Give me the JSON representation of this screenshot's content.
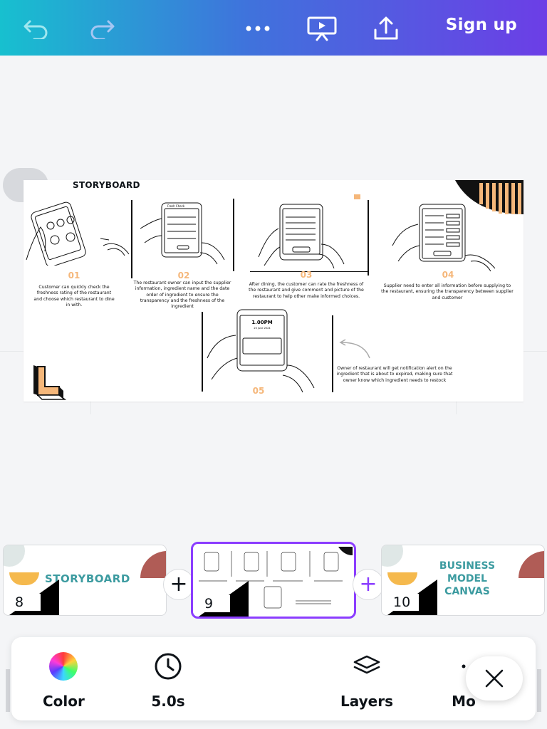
{
  "header": {
    "signup_label": "Sign up",
    "icons": [
      "undo-icon",
      "redo-icon",
      "more-icon",
      "present-icon",
      "share-icon"
    ]
  },
  "slide": {
    "title": "STORYBOARD",
    "steps": [
      {
        "num": "01",
        "caption": "Customer can quickly check the freshness rating of the restaurant and choose which restaurant to dine in with."
      },
      {
        "num": "02",
        "caption": "The restaurant owner can input the supplier information, ingredient name and the date order of ingredient to ensure the transparency and the freshness of the ingredient"
      },
      {
        "num": "03",
        "caption": "After dining, the customer can rate the freshness of the restaurant and give comment and picture of the restaurant to help other make informed choices."
      },
      {
        "num": "04",
        "caption": "Supplier need to enter all information before supplying to the restaurant, ensuring the transparency between supplier and customer"
      },
      {
        "num": "05",
        "caption": "Owner of restaurant will get notification alert on the ingredient that is about to expired, making sure that owner know which ingredient needs to restock"
      }
    ],
    "phone_time": "1.00PM",
    "phone_date": "20 June 2024",
    "phone_app": "Fresh Check"
  },
  "thumbnails": [
    {
      "page": "8",
      "title": "STORYBOARD"
    },
    {
      "page": "9",
      "title": ""
    },
    {
      "page": "10",
      "title_lines": [
        "BUSINESS",
        "MODEL",
        "CANVAS"
      ]
    }
  ],
  "toolbar": {
    "color_label": "Color",
    "duration_label": "5.0s",
    "layers_label": "Layers",
    "more_label": "Mo"
  },
  "colors": {
    "accent": "#8b3dff",
    "header_start": "#17c0cf",
    "header_end": "#6c3ee6",
    "orange": "#f5b77a"
  }
}
